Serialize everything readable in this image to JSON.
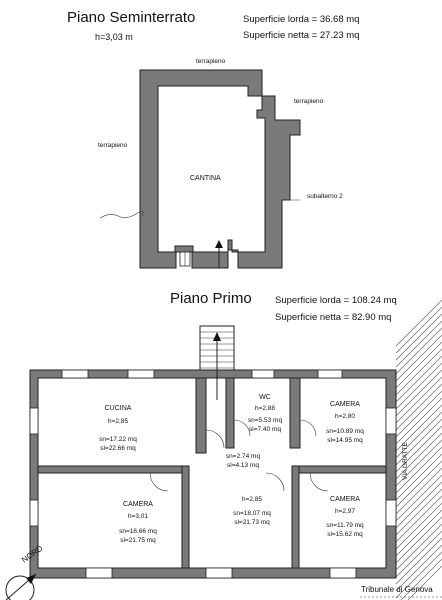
{
  "basement": {
    "title": "Piano Seminterrato",
    "height": "h=3,03 m",
    "gross_area": "Superficie lorda = 36.68 mq",
    "net_area": "Superficie netta = 27.23 mq",
    "labels": {
      "fill_top": "terrapieno",
      "fill_right": "terrapieno",
      "fill_left": "terrapieno",
      "room": "CANTINA",
      "neighbor": "subalterno 2"
    }
  },
  "first_floor": {
    "title": "Piano Primo",
    "gross_area": "Superficie lorda = 108.24 mq",
    "net_area": "Superficie netta = 82.90 mq",
    "street": "VIA GRATTE",
    "rooms": [
      {
        "name": "CUCINA",
        "h": "h=2,85",
        "sn": "sn=17.22 mq",
        "sl": "sl=22.66 mq"
      },
      {
        "name": "WC",
        "h": "h=2,88",
        "sn": "sn=5.53 mq",
        "sl": "sl=7.40 mq"
      },
      {
        "name": "CAMERA",
        "h": "h=2,80",
        "sn": "sn=10.89 mq",
        "sl": "sl=14.95 mq"
      },
      {
        "name": "",
        "h": "",
        "sn": "sn=2.74 mq",
        "sl": "sl=4.13 mq"
      },
      {
        "name": "CAMERA",
        "h": "h=3,01",
        "sn": "sn=16.66 mq",
        "sl": "sl=21.75 mq"
      },
      {
        "name": "",
        "h": "h=2,85",
        "sn": "sn=18.07 mq",
        "sl": "sl=21.73 mq"
      },
      {
        "name": "CAMERA",
        "h": "h=2,97",
        "sn": "sn=11.79 mq",
        "sl": "sl=15.62 mq"
      }
    ]
  },
  "north_label": "NORD",
  "stamp": "Tribunale di Genova"
}
